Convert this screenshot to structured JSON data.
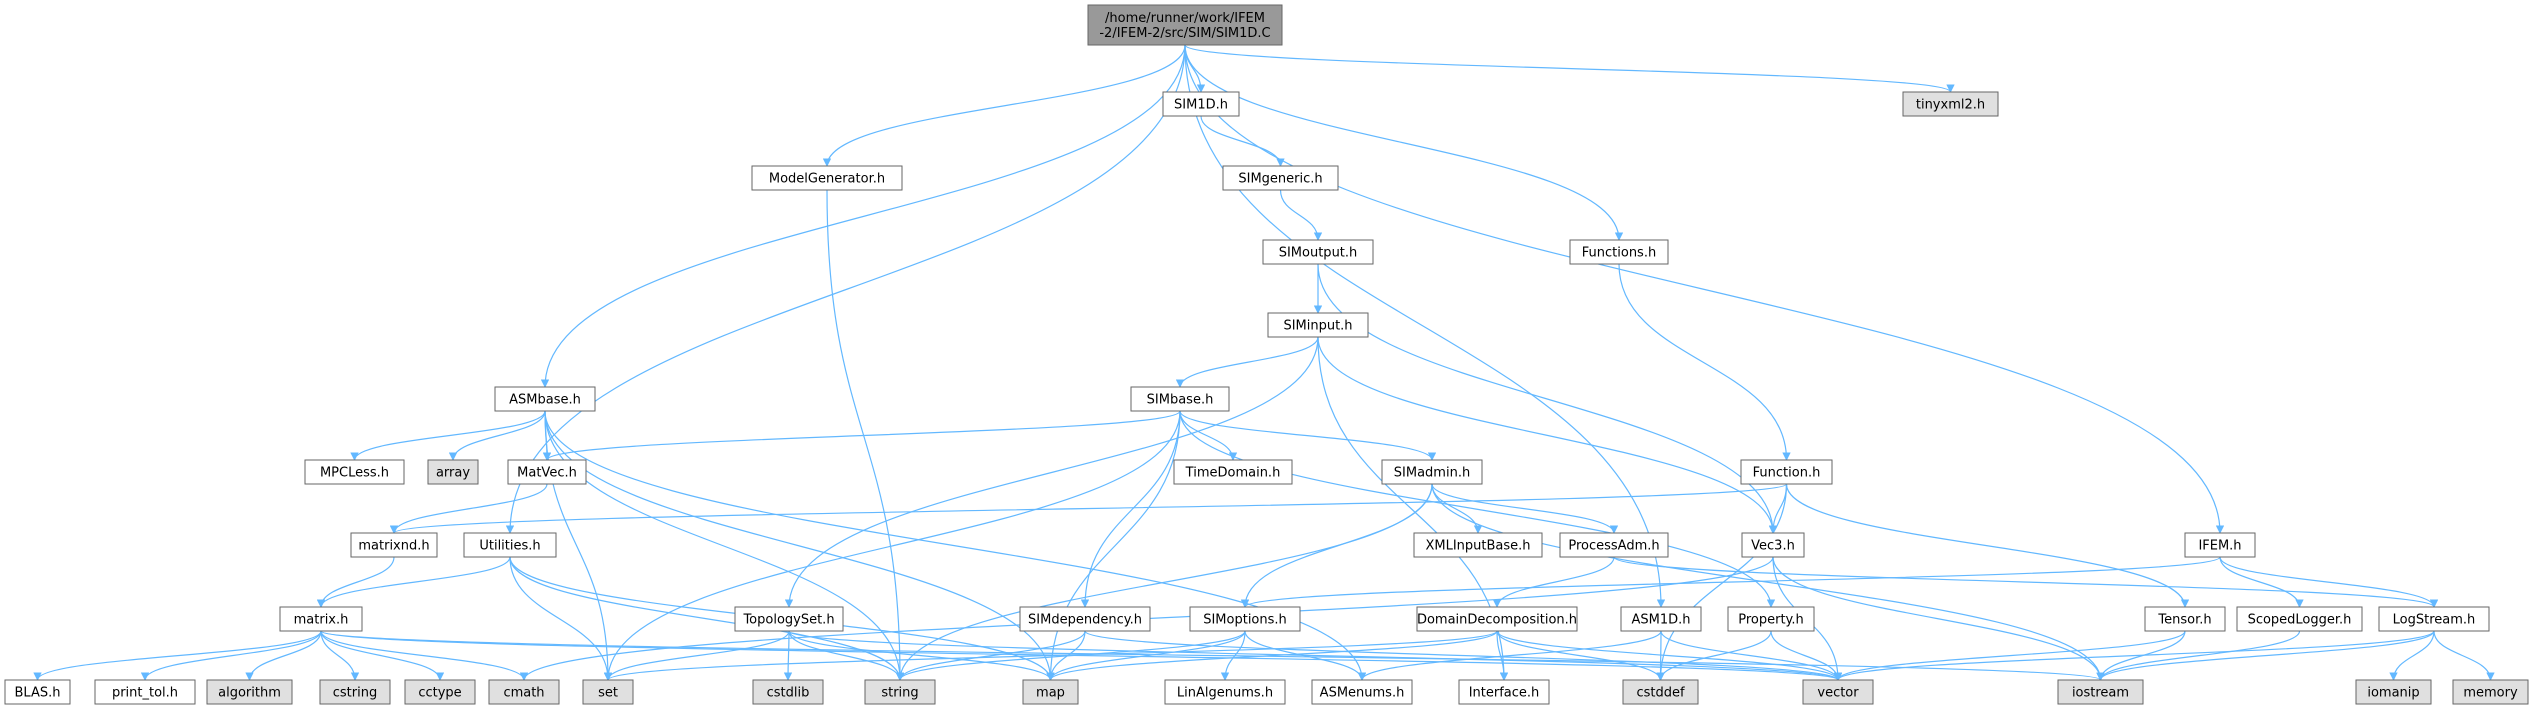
{
  "diagram": {
    "colors": {
      "root_fill": "#999999",
      "file_fill": "#ffffff",
      "system_fill": "#e0e0e0",
      "border": "#666666",
      "edge": "#63b8ff"
    },
    "nodes": [
      {
        "id": "root",
        "lines": [
          "/home/runner/work/IFEM",
          "-2/IFEM-2/src/SIM/SIM1D.C"
        ],
        "kind": "root"
      },
      {
        "id": "tinyxml2",
        "lines": [
          "tinyxml2.h"
        ],
        "kind": "system"
      },
      {
        "id": "sim1d_h",
        "lines": [
          "SIM1D.h"
        ],
        "kind": "file"
      },
      {
        "id": "modelgen",
        "lines": [
          "ModelGenerator.h"
        ],
        "kind": "file"
      },
      {
        "id": "simgeneric",
        "lines": [
          "SIMgeneric.h"
        ],
        "kind": "file"
      },
      {
        "id": "simoutput",
        "lines": [
          "SIMoutput.h"
        ],
        "kind": "file"
      },
      {
        "id": "functions",
        "lines": [
          "Functions.h"
        ],
        "kind": "file"
      },
      {
        "id": "siminput",
        "lines": [
          "SIMinput.h"
        ],
        "kind": "file"
      },
      {
        "id": "asmbase",
        "lines": [
          "ASMbase.h"
        ],
        "kind": "file"
      },
      {
        "id": "simbase",
        "lines": [
          "SIMbase.h"
        ],
        "kind": "file"
      },
      {
        "id": "mpcless",
        "lines": [
          "MPCLess.h"
        ],
        "kind": "file"
      },
      {
        "id": "array",
        "lines": [
          "array"
        ],
        "kind": "system"
      },
      {
        "id": "matvec",
        "lines": [
          "MatVec.h"
        ],
        "kind": "file"
      },
      {
        "id": "timedomain",
        "lines": [
          "TimeDomain.h"
        ],
        "kind": "file"
      },
      {
        "id": "simadmin",
        "lines": [
          "SIMadmin.h"
        ],
        "kind": "file"
      },
      {
        "id": "function",
        "lines": [
          "Function.h"
        ],
        "kind": "file"
      },
      {
        "id": "matrixnd",
        "lines": [
          "matrixnd.h"
        ],
        "kind": "file"
      },
      {
        "id": "utilities",
        "lines": [
          "Utilities.h"
        ],
        "kind": "file"
      },
      {
        "id": "xmlinputbase",
        "lines": [
          "XMLInputBase.h"
        ],
        "kind": "file"
      },
      {
        "id": "processadm",
        "lines": [
          "ProcessAdm.h"
        ],
        "kind": "file"
      },
      {
        "id": "vec3",
        "lines": [
          "Vec3.h"
        ],
        "kind": "file"
      },
      {
        "id": "ifem",
        "lines": [
          "IFEM.h"
        ],
        "kind": "file"
      },
      {
        "id": "matrix",
        "lines": [
          "matrix.h"
        ],
        "kind": "file"
      },
      {
        "id": "topologyset",
        "lines": [
          "TopologySet.h"
        ],
        "kind": "file"
      },
      {
        "id": "simdependency",
        "lines": [
          "SIMdependency.h"
        ],
        "kind": "file"
      },
      {
        "id": "simoptions",
        "lines": [
          "SIMoptions.h"
        ],
        "kind": "file"
      },
      {
        "id": "domaindecomp",
        "lines": [
          "DomainDecomposition.h"
        ],
        "kind": "file"
      },
      {
        "id": "asm1d",
        "lines": [
          "ASM1D.h"
        ],
        "kind": "file"
      },
      {
        "id": "property",
        "lines": [
          "Property.h"
        ],
        "kind": "file"
      },
      {
        "id": "tensor",
        "lines": [
          "Tensor.h"
        ],
        "kind": "file"
      },
      {
        "id": "scopedlogger",
        "lines": [
          "ScopedLogger.h"
        ],
        "kind": "file"
      },
      {
        "id": "logstream",
        "lines": [
          "LogStream.h"
        ],
        "kind": "file"
      },
      {
        "id": "blas",
        "lines": [
          "BLAS.h"
        ],
        "kind": "file"
      },
      {
        "id": "printtol",
        "lines": [
          "print_tol.h"
        ],
        "kind": "file"
      },
      {
        "id": "algorithm",
        "lines": [
          "algorithm"
        ],
        "kind": "system"
      },
      {
        "id": "cstring",
        "lines": [
          "cstring"
        ],
        "kind": "system"
      },
      {
        "id": "cctype",
        "lines": [
          "cctype"
        ],
        "kind": "system"
      },
      {
        "id": "cmath",
        "lines": [
          "cmath"
        ],
        "kind": "system"
      },
      {
        "id": "set",
        "lines": [
          "set"
        ],
        "kind": "system"
      },
      {
        "id": "cstdlib",
        "lines": [
          "cstdlib"
        ],
        "kind": "system"
      },
      {
        "id": "string",
        "lines": [
          "string"
        ],
        "kind": "system"
      },
      {
        "id": "map",
        "lines": [
          "map"
        ],
        "kind": "system"
      },
      {
        "id": "linalgenums",
        "lines": [
          "LinAlgenums.h"
        ],
        "kind": "file"
      },
      {
        "id": "asmenums",
        "lines": [
          "ASMenums.h"
        ],
        "kind": "file"
      },
      {
        "id": "interface",
        "lines": [
          "Interface.h"
        ],
        "kind": "file"
      },
      {
        "id": "cstddef",
        "lines": [
          "cstddef"
        ],
        "kind": "system"
      },
      {
        "id": "vector",
        "lines": [
          "vector"
        ],
        "kind": "system"
      },
      {
        "id": "iostream",
        "lines": [
          "iostream"
        ],
        "kind": "system"
      },
      {
        "id": "iomanip",
        "lines": [
          "iomanip"
        ],
        "kind": "system"
      },
      {
        "id": "memory",
        "lines": [
          "memory"
        ],
        "kind": "system"
      }
    ],
    "edges": [
      [
        "root",
        "tinyxml2"
      ],
      [
        "root",
        "sim1d_h"
      ],
      [
        "root",
        "modelgen"
      ],
      [
        "root",
        "functions"
      ],
      [
        "root",
        "asmbase"
      ],
      [
        "root",
        "utilities"
      ],
      [
        "root",
        "ifem"
      ],
      [
        "root",
        "asm1d"
      ],
      [
        "sim1d_h",
        "simgeneric"
      ],
      [
        "simgeneric",
        "simoutput"
      ],
      [
        "simoutput",
        "siminput"
      ],
      [
        "simoutput",
        "vec3"
      ],
      [
        "modelgen",
        "string"
      ],
      [
        "functions",
        "function"
      ],
      [
        "siminput",
        "simbase"
      ],
      [
        "siminput",
        "topologyset"
      ],
      [
        "siminput",
        "vec3"
      ],
      [
        "siminput",
        "interface"
      ],
      [
        "asmbase",
        "mpcless"
      ],
      [
        "asmbase",
        "array"
      ],
      [
        "asmbase",
        "matvec"
      ],
      [
        "asmbase",
        "set"
      ],
      [
        "asmbase",
        "string"
      ],
      [
        "asmbase",
        "map"
      ],
      [
        "asmbase",
        "asmenums"
      ],
      [
        "simbase",
        "matvec"
      ],
      [
        "simbase",
        "timedomain"
      ],
      [
        "simbase",
        "simadmin"
      ],
      [
        "simbase",
        "simdependency"
      ],
      [
        "simbase",
        "set"
      ],
      [
        "simbase",
        "property"
      ],
      [
        "simbase",
        "map"
      ],
      [
        "matvec",
        "matrixnd"
      ],
      [
        "matrixnd",
        "matrix"
      ],
      [
        "simadmin",
        "xmlinputbase"
      ],
      [
        "simadmin",
        "processadm"
      ],
      [
        "simadmin",
        "simoptions"
      ],
      [
        "simadmin",
        "string"
      ],
      [
        "simadmin",
        "iostream"
      ],
      [
        "function",
        "matrixnd"
      ],
      [
        "function",
        "vec3"
      ],
      [
        "function",
        "tensor"
      ],
      [
        "function",
        "cstddef"
      ],
      [
        "utilities",
        "matrix"
      ],
      [
        "utilities",
        "string"
      ],
      [
        "utilities",
        "set"
      ],
      [
        "utilities",
        "map"
      ],
      [
        "processadm",
        "domaindecomp"
      ],
      [
        "processadm",
        "logstream"
      ],
      [
        "vec3",
        "vector"
      ],
      [
        "vec3",
        "iostream"
      ],
      [
        "vec3",
        "cmath"
      ],
      [
        "ifem",
        "simoptions"
      ],
      [
        "ifem",
        "scopedlogger"
      ],
      [
        "ifem",
        "logstream"
      ],
      [
        "matrix",
        "blas"
      ],
      [
        "matrix",
        "printtol"
      ],
      [
        "matrix",
        "algorithm"
      ],
      [
        "matrix",
        "cstring"
      ],
      [
        "matrix",
        "cctype"
      ],
      [
        "matrix",
        "cmath"
      ],
      [
        "matrix",
        "vector"
      ],
      [
        "matrix",
        "iostream"
      ],
      [
        "topologyset",
        "set"
      ],
      [
        "topologyset",
        "cstdlib"
      ],
      [
        "topologyset",
        "string"
      ],
      [
        "topologyset",
        "map"
      ],
      [
        "topologyset",
        "vector"
      ],
      [
        "simdependency",
        "string"
      ],
      [
        "simdependency",
        "map"
      ],
      [
        "simdependency",
        "vector"
      ],
      [
        "simoptions",
        "linalgenums"
      ],
      [
        "simoptions",
        "asmenums"
      ],
      [
        "simoptions",
        "map"
      ],
      [
        "simoptions",
        "string"
      ],
      [
        "domaindecomp",
        "set"
      ],
      [
        "domaindecomp",
        "map"
      ],
      [
        "domaindecomp",
        "interface"
      ],
      [
        "domaindecomp",
        "cstddef"
      ],
      [
        "domaindecomp",
        "vector"
      ],
      [
        "asm1d",
        "asmenums"
      ],
      [
        "asm1d",
        "cstddef"
      ],
      [
        "asm1d",
        "vector"
      ],
      [
        "property",
        "cstddef"
      ],
      [
        "property",
        "vector"
      ],
      [
        "tensor",
        "vector"
      ],
      [
        "tensor",
        "iostream"
      ],
      [
        "scopedlogger",
        "iostream"
      ],
      [
        "logstream",
        "iostream"
      ],
      [
        "logstream",
        "vector"
      ],
      [
        "logstream",
        "iomanip"
      ],
      [
        "logstream",
        "memory"
      ]
    ]
  }
}
